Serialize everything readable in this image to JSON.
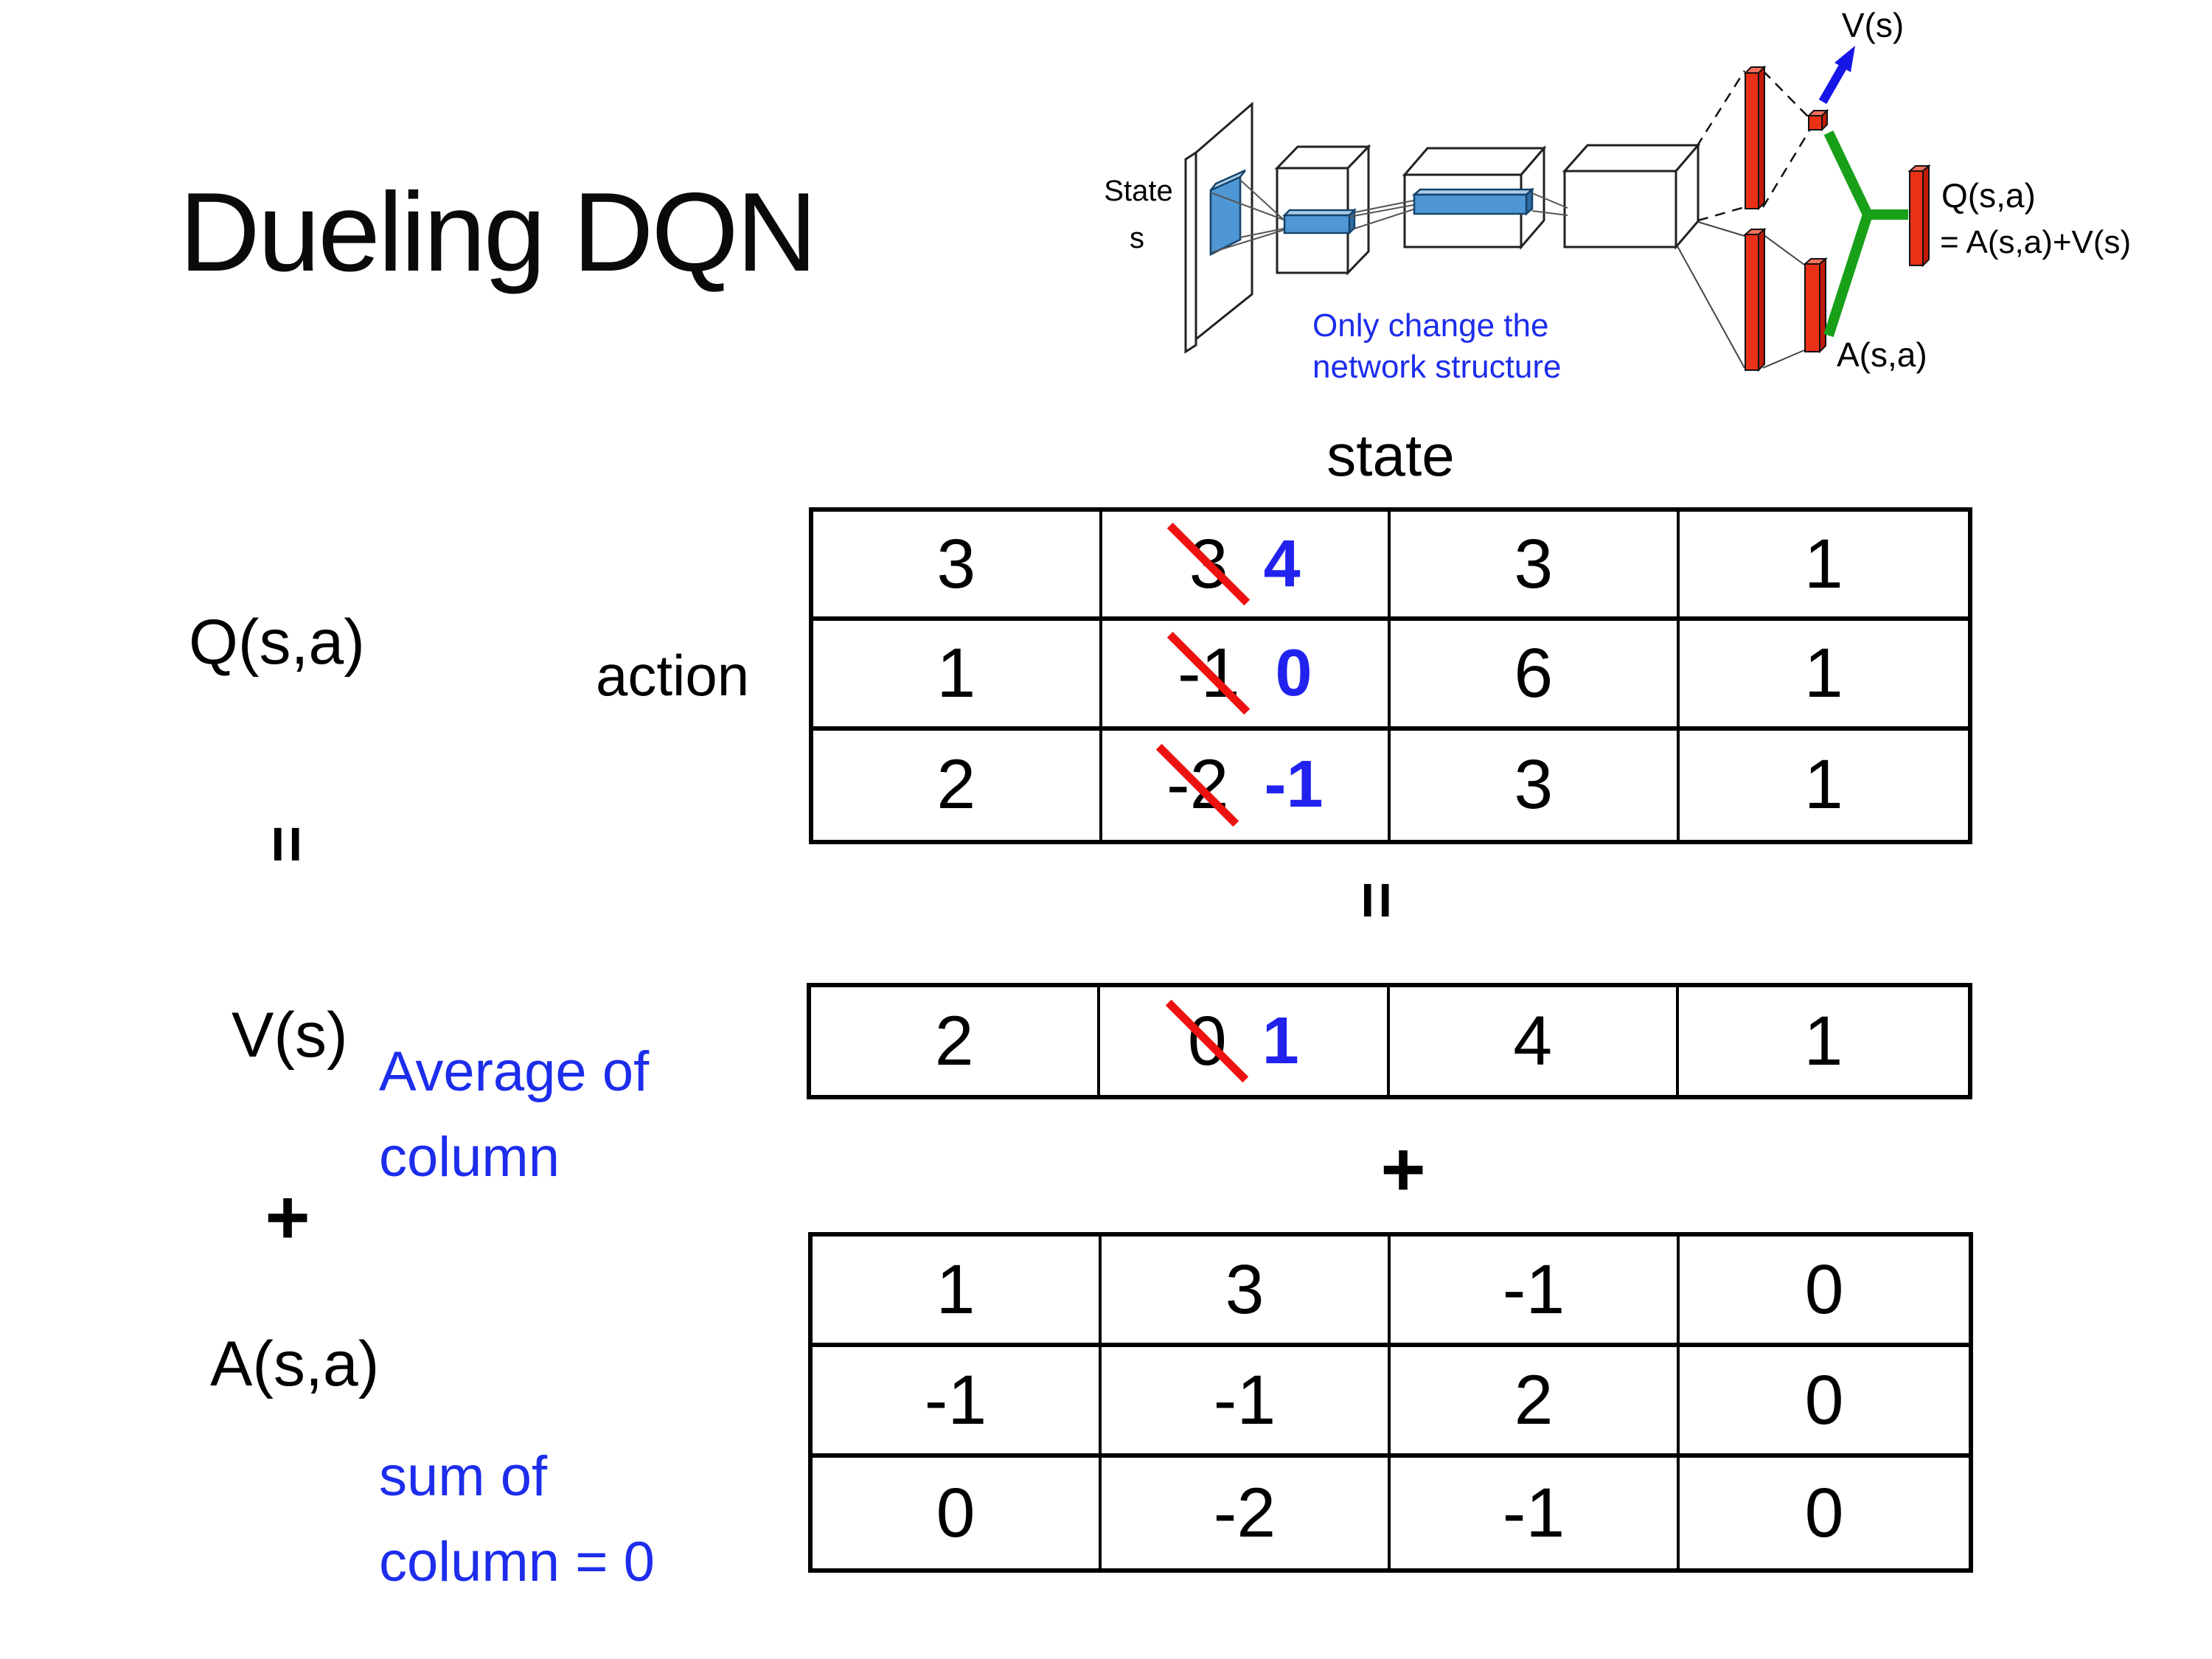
{
  "title": "Dueling DQN",
  "colors": {
    "annotation_blue": "#2222ee",
    "note_blue": "#1d2dec",
    "strike_red": "#ee1111",
    "bar_red": "#ea3117",
    "merge_green": "#18a018",
    "conv_blue": "#4f97d4"
  },
  "diagram": {
    "state_line1": "State",
    "state_line2": "s",
    "note_line1": "Only change the",
    "note_line2": "network structure",
    "v_out_label": "V(s)",
    "a_out_label": "A(s,a)",
    "q_out_label": "Q(s,a)",
    "q_out_formula": "= A(s,a)+V(s)"
  },
  "decomposition": {
    "q_label": "Q(s,a)",
    "equals_left": "=",
    "v_label": "V(s)",
    "plus_left": "+",
    "a_label": "A(s,a)",
    "state_header": "state",
    "action_header": "action",
    "equals_mid": "=",
    "plus_mid": "+",
    "average_note_line1": "Average of",
    "average_note_line2": "column",
    "sum_note_line1": "sum of",
    "sum_note_line2": "column = 0"
  },
  "q_table": {
    "rows": [
      [
        "3",
        {
          "old": "3",
          "new": "4"
        },
        "3",
        "1"
      ],
      [
        "1",
        {
          "old": "-1",
          "new": "0"
        },
        "6",
        "1"
      ],
      [
        "2",
        {
          "old": "-2",
          "new": "-1"
        },
        "3",
        "1"
      ]
    ]
  },
  "v_table": {
    "rows": [
      [
        "2",
        {
          "old": "0",
          "new": "1"
        },
        "4",
        "1"
      ]
    ]
  },
  "a_table": {
    "rows": [
      [
        "1",
        "3",
        "-1",
        "0"
      ],
      [
        "-1",
        "-1",
        "2",
        "0"
      ],
      [
        "0",
        "-2",
        "-1",
        "0"
      ]
    ]
  }
}
